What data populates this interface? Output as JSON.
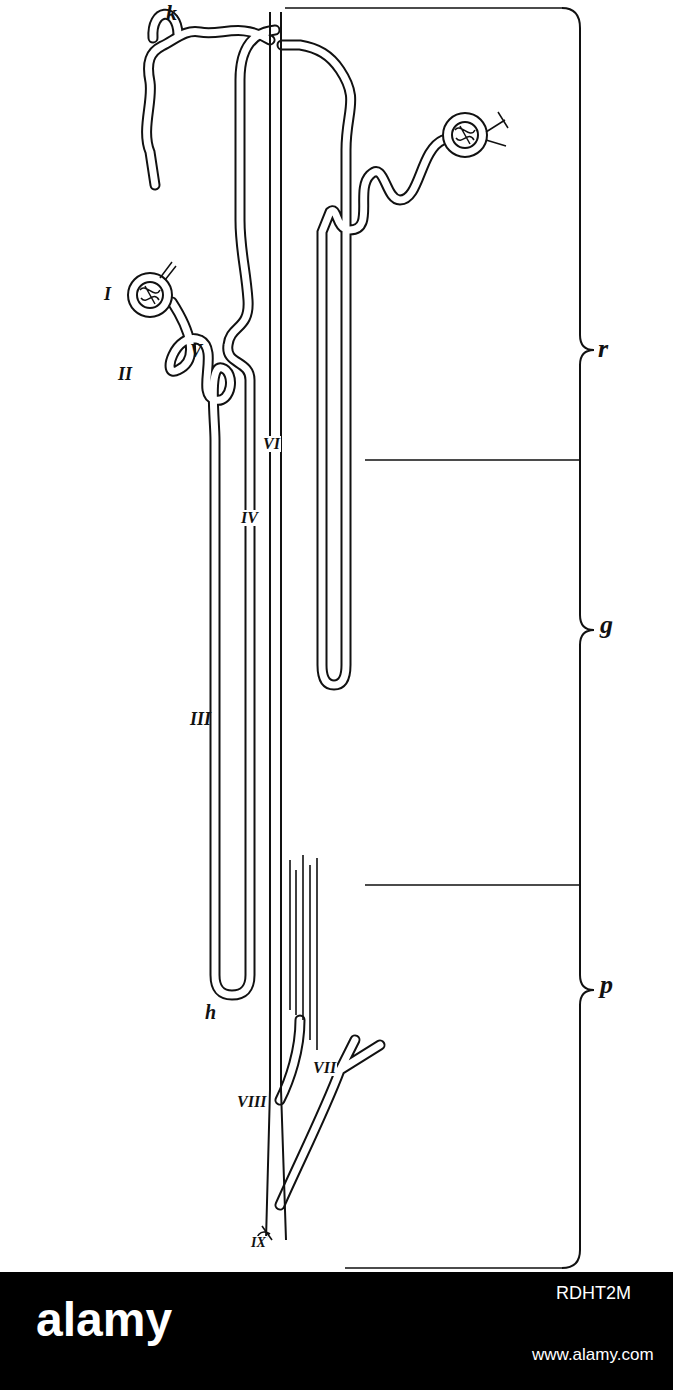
{
  "diagram": {
    "labels": [
      "k",
      "r",
      "I",
      "II",
      "V",
      "VI",
      "IV",
      "III",
      "g",
      "h",
      "VII",
      "p",
      "VIII",
      "IX",
      "RDHT2M",
      "alamy",
      "www.alamy.com"
    ]
  }
}
